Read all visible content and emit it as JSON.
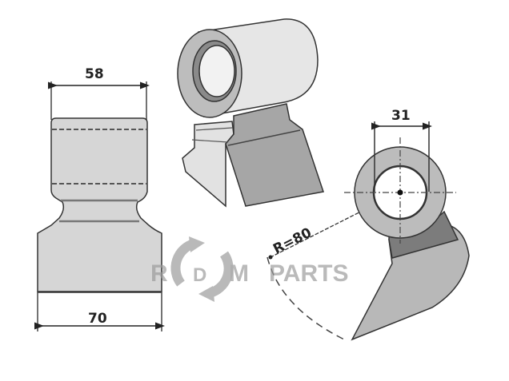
{
  "drawing": {
    "subject": "hammer flail blade",
    "views": [
      "side-view",
      "isometric-view",
      "end-view"
    ]
  },
  "dimensions": {
    "top_width": "58",
    "bottom_width": "70",
    "bore_diameter": "31",
    "radius": "R=80"
  },
  "watermark": {
    "letters": [
      "R",
      "D",
      "M"
    ],
    "text": "PARTS"
  },
  "colors": {
    "light_fill": "#d9d9d9",
    "mid_fill": "#b4b4b4",
    "dark_fill": "#7a7a7a",
    "outline": "#2a2a2a",
    "watermark": "#9a9a9a"
  }
}
